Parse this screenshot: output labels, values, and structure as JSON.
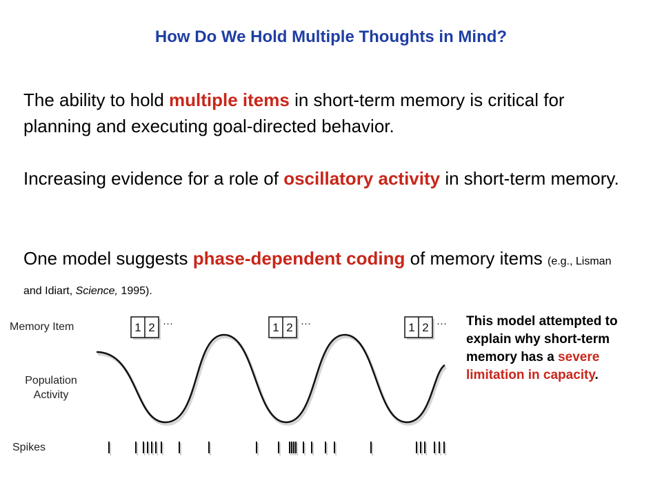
{
  "title": "How Do We Hold Multiple Thoughts in Mind?",
  "p1": {
    "before": "The ability to hold ",
    "highlight": "multiple items",
    "after": " in short-term memory is critical for planning and executing goal-directed behavior."
  },
  "p2": {
    "before": "Increasing evidence for a role of ",
    "highlight": "oscillatory activity",
    "after": " in short-term memory."
  },
  "p3": {
    "before": "One model suggests ",
    "highlight": "phase-dependent coding",
    "after": " of memory items ",
    "cite_pre": "(e.g., Lisman and Idiart, ",
    "cite_journal": "Science,",
    "cite_post": " 1995)."
  },
  "diagram": {
    "label_memory": "Memory Item",
    "label_population_1": "Population",
    "label_population_2": "Activity",
    "label_spikes": "Spikes",
    "item_1": "1",
    "item_2": "2",
    "ellipsis": "···"
  },
  "note": {
    "before": "This model attempted to explain why short-term memory has a ",
    "highlight": "severe limitation in capacity",
    "after": "."
  },
  "colors": {
    "title": "#1f3ea3",
    "highlight": "#c8261a"
  }
}
